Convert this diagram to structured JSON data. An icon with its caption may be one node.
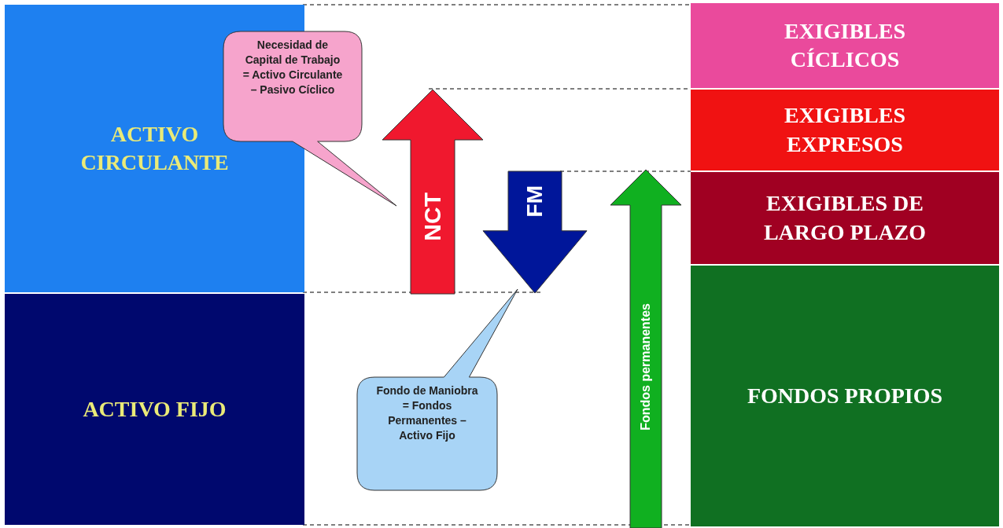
{
  "diagram": {
    "nodes": [
      {
        "text": [
          "ACTIVO CIRCULANTE"
        ]
      },
      {
        "text": [
          "Necesidad de Capital de Trabajo = Activo Circulante – Pasivo Cíclico"
        ]
      },
      {
        "text": [
          "NCT"
        ]
      },
      {
        "text": [
          "FM"
        ]
      },
      {
        "text": [
          "Fondos permanentes"
        ]
      },
      {
        "text": [
          "EXIGIBLES CÍCLICOS"
        ]
      },
      {
        "text": [
          "EXIGIBLES EXPRESOS"
        ]
      },
      {
        "text": [
          "EXIGIBLES DE LARGO PLAZO"
        ]
      },
      {
        "text": [
          "ACTIVO FIJO"
        ]
      },
      {
        "text": [
          "Fondo de Maniobra = Fondos Permanentes – Activo Fijo"
        ]
      },
      {
        "text": [
          "FONDOS PROPIOS"
        ]
      }
    ]
  }
}
